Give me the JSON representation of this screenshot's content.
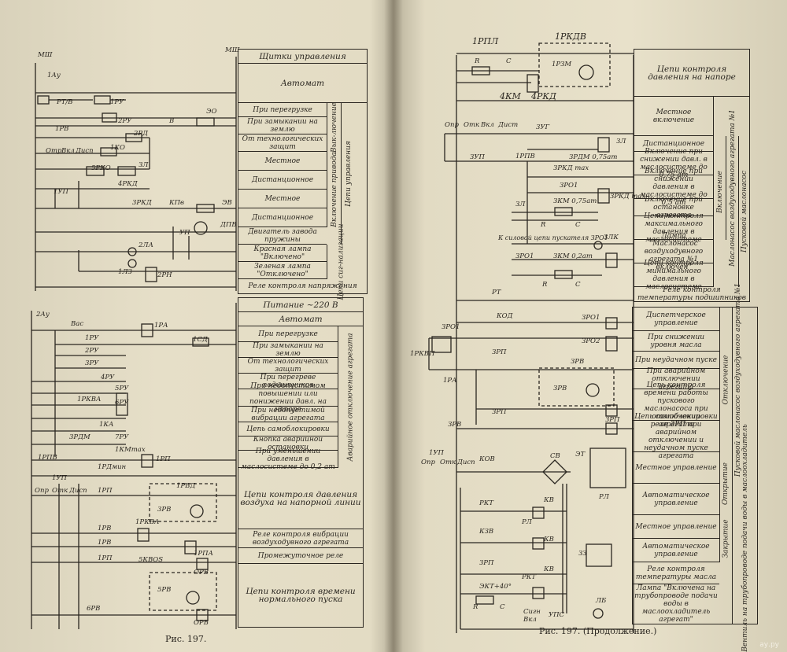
{
  "captions": {
    "left": "Рис. 197.",
    "right": "Рис. 197. (Продолжение.)"
  },
  "watermark": "ау.ру",
  "left_top_table": {
    "header": "Щитки управления",
    "rows": [
      "Автомат",
      "При перегрузке",
      "При замыкании на землю",
      "От технологических защит",
      "Местное",
      "Дистанционное",
      "Местное",
      "Дистанционное",
      "Двигатель завода пружины",
      "Красная лампа \"Включено\"",
      "Зеленая лампа \"Отключено\"",
      "Реле контроля напряжения"
    ],
    "vertical": [
      "Вык-лючение",
      "Включение привода",
      "Цепи управления",
      "Цепи сиг-нализации"
    ]
  },
  "left_bottom_table": {
    "header": "Питание ~220 В",
    "rows": [
      "Автомат",
      "При перегрузке",
      "При замыкании на землю",
      "От технологических защит",
      "При перегреве подшипников",
      "При недопустимом повышении или понижении давл. на напоре",
      "При недопустимой вибрации агрегата",
      "Цепь самоблокировки",
      "Кнопка аварийной остановки",
      "При уменьшении давления в маслосистеме до 0,2 ат",
      "Цепи контроля давления воздуха на напорной линии",
      "Реле контроля вибрации воздуходувного агрегата",
      "Промежуточное реле",
      "Цепи контроля времени нормального пуска"
    ],
    "vertical": [
      "Аварийное отключение агрегата"
    ]
  },
  "right_top_table": {
    "rows": [
      "Цепи контроля давления на напоре",
      "Местное включение",
      "Дистанционное",
      "Включение при снижении давл. в маслосистеме до 0,75 ат",
      "Включение при снижении давления в маслосистеме до 0,5 ат",
      "Включение при остановке агрегата",
      "Цепи контроля максимального давления в маслосистеме",
      "Лампа \"Маслонасос воздуходувного агрегата №1 включен\"",
      "Цепи контроля минимального давления в маслосистеме",
      "Реле контроля температуры подшипников"
    ],
    "vertical": [
      "Включение",
      "Маслонасос воздуходувного агрегата №1",
      "Пусковой маслонасос"
    ]
  },
  "right_bottom_table": {
    "rows": [
      "Диспетчерское управление",
      "При снижении уровня масла",
      "При неудачном пуске",
      "При аварийном отключении агрегата",
      "Цепь контроля времени работы пускового маслонасоса при отключении агрегата",
      "Цепь самоблокировки реле 3РП при аварийном отключении и неудачном пуске агрегата",
      "Местное управление",
      "Автоматическое управление",
      "Местное управление",
      "Автоматическое управление",
      "Реле контроля температуры масла",
      "Лампа \"Включена на трубопроводе подачи воды в маслоохладитель агрегат\""
    ],
    "vertical": [
      "Отключение",
      "Пусковой маслонасос воздуходувного агрегата №1",
      "Открытие",
      "Закрытие",
      "Вентиль на трубопроводе подачи воды в маслоохладитель"
    ]
  },
  "schematic_labels": {
    "left_top": [
      "МШ",
      "МШ",
      "1Ау",
      "РТ/В",
      "1РУ",
      "2РУ",
      "1РВ",
      "ЭО",
      "В",
      "1КО",
      "2РД",
      "Отр",
      "Вкл",
      "Дисп",
      "5РКО",
      "ЗЛ",
      "4РКД",
      "1УП",
      "3РКД",
      "КПв",
      "ЭВ",
      "ДПВ",
      "2ЛА",
      "1ЛЗ",
      "2РН",
      "УП"
    ],
    "left_bottom": [
      "2Ау",
      "Вас",
      "1РА",
      "1СД",
      "1РУ",
      "2РУ",
      "3РУ",
      "4РУ",
      "5РУ",
      "1РКВА",
      "6РУ",
      "1КА",
      "7РУ",
      "3РДМ",
      "1КМmax",
      "1РПВ",
      "1РП",
      "1РДмин",
      "1УП",
      "1РП",
      "1РВД",
      "3РВ",
      "Опр",
      "Отк",
      "Дисп",
      "1РКВА",
      "1РВ",
      "1РВ",
      "1РП",
      "5КВОS",
      "1РПА",
      "5РВ",
      "ОРВ",
      "ОРВ",
      "6РВ"
    ],
    "right_top": [
      "1РПЛ",
      "1РКДВ",
      "R",
      "С",
      "4КМ",
      "4РКД",
      "1РЗМ",
      "Опр",
      "Отк",
      "Вкл",
      "Дист",
      "3УГ",
      "ЗЛ",
      "ЗУП",
      "1РПВ",
      "ЗРКД max",
      "ЗРДМ 0,75ат",
      "ЗРО1",
      "ЗЛ",
      "ЗКМ 0,75ат",
      "ЗРКД max",
      "R",
      "С",
      "К силовой цепи пускателя ЗРО1",
      "ЗЛК",
      "ЗРО1",
      "ЗКМ 0,2ат",
      "R",
      "С"
    ],
    "right_bottom": [
      "РТ",
      "ЗРО1",
      "КОД",
      "ЗРО1",
      "ЗРО2",
      "1РКВП",
      "ЗРП",
      "1РА",
      "ЗРВ",
      "ЗРВ",
      "ЗРП",
      "ЗРВ",
      "ЗРП",
      "1УП",
      "Опр",
      "Отк",
      "Дисп",
      "КОВ",
      "СВ",
      "ЭТ",
      "РКТ",
      "КВ",
      "РЛ",
      "КЗВ",
      "РЛ",
      "КВ",
      "ЗЗ",
      "ЗРП",
      "РКТ",
      "КВ",
      "ЭКТ+40°",
      "R",
      "С",
      "ЛБ",
      "Сигн",
      "Вкл",
      "УПС"
    ]
  }
}
